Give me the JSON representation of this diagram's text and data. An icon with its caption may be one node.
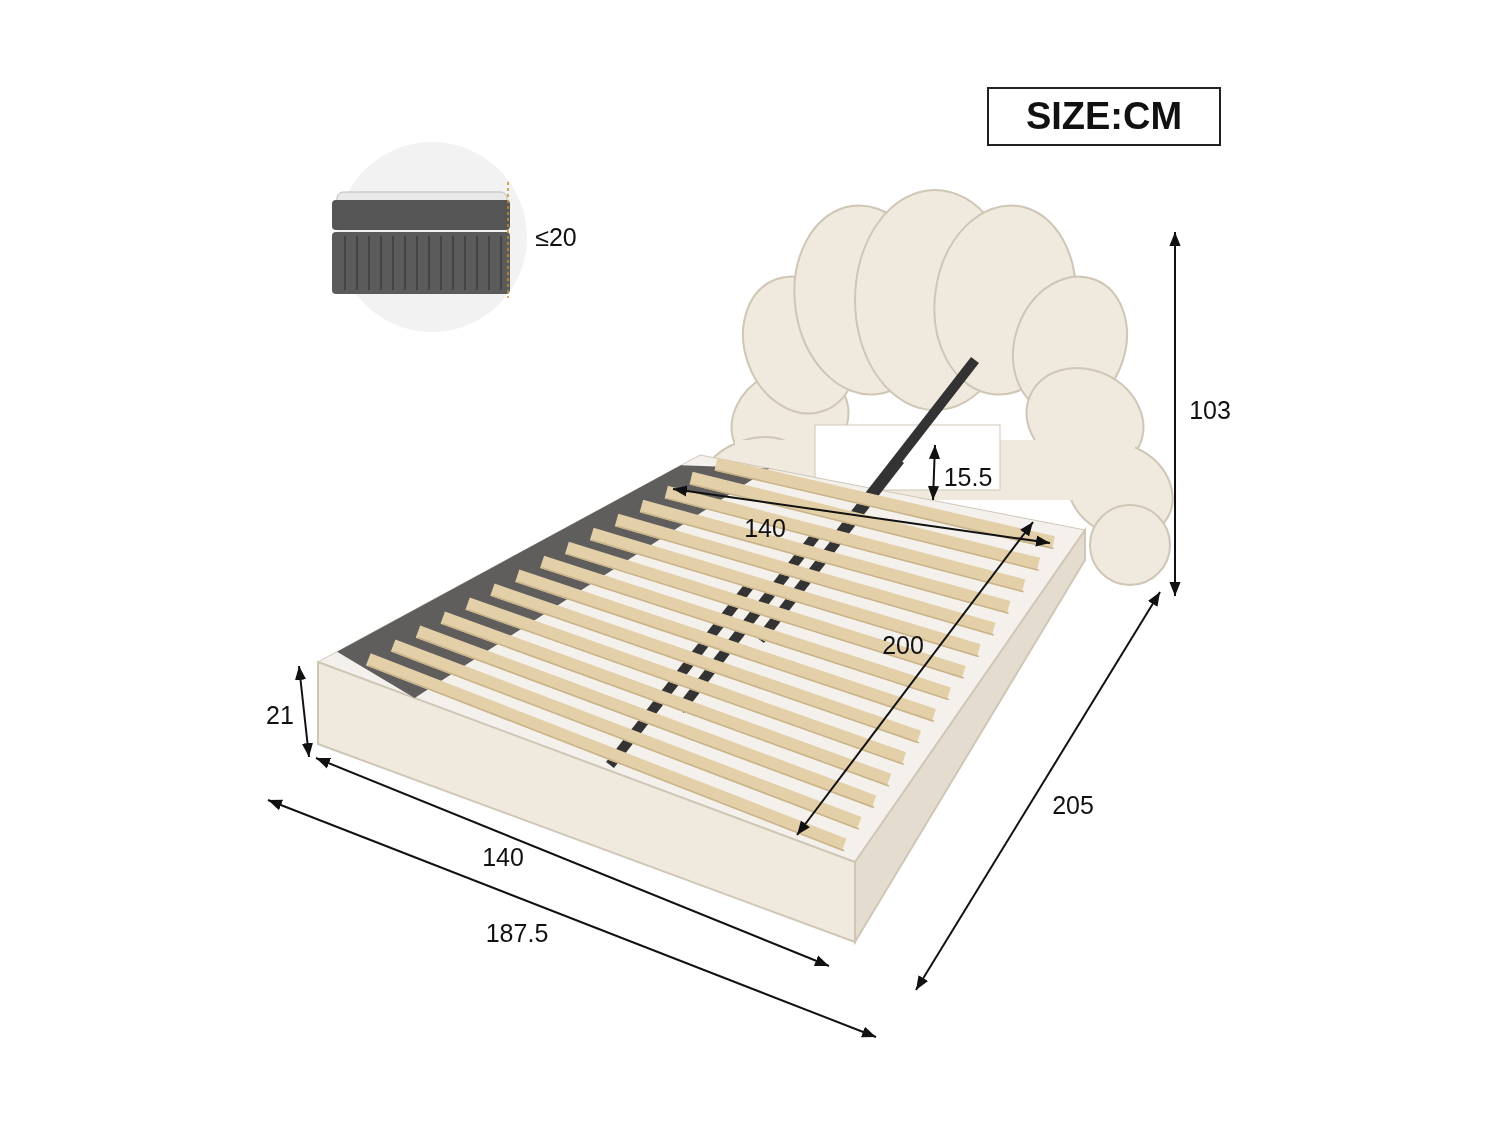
{
  "diagram": {
    "nodes": [
      {
        "text": [
          "SIZE:CM"
        ]
      }
    ],
    "labels": [
      "≤20",
      "103",
      "15.5",
      "140",
      "200",
      "21",
      "140",
      "205",
      "187.5"
    ]
  }
}
